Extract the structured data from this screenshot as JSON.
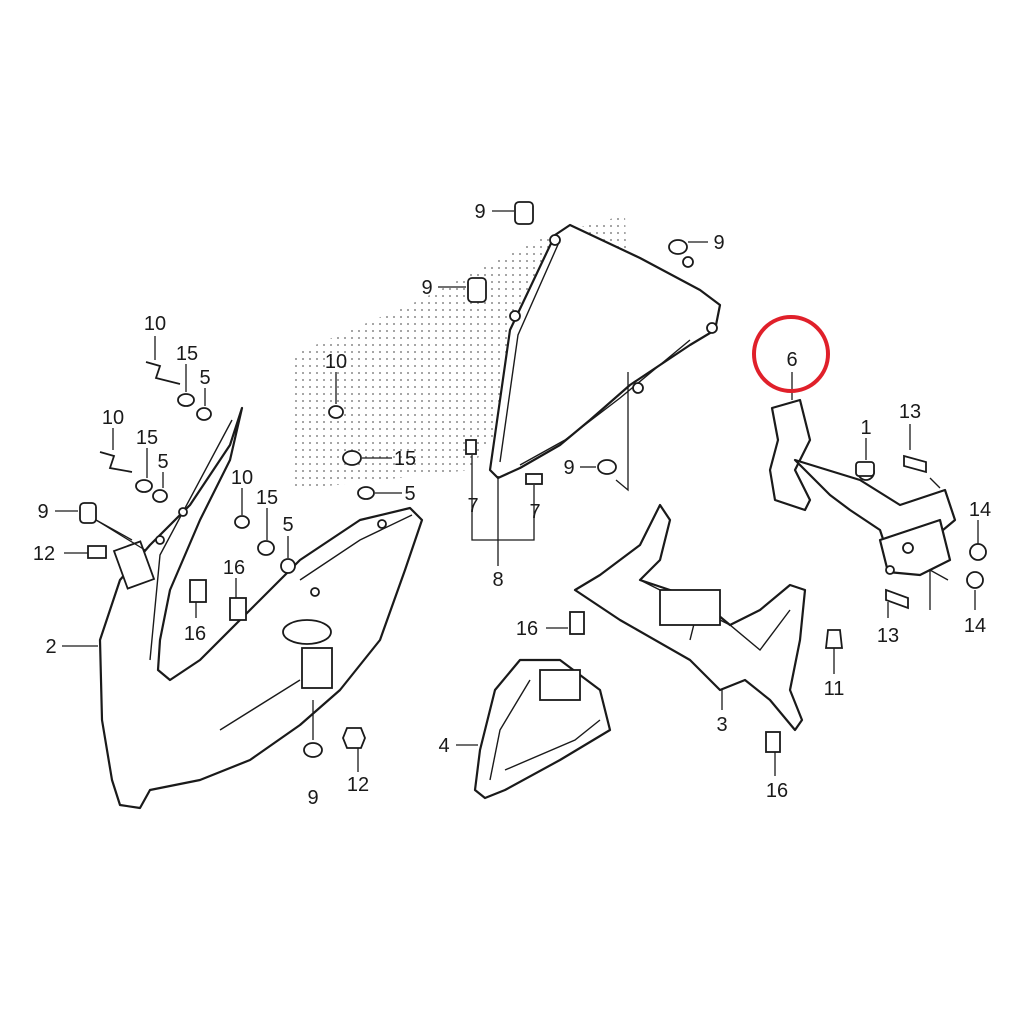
{
  "labels": {
    "l9a": "9",
    "l9b": "9",
    "l9c": "9",
    "l9d": "9",
    "l9e": "9",
    "l9f": "9",
    "l10a": "10",
    "l10b": "10",
    "l10c": "10",
    "l10d": "10",
    "l15a": "15",
    "l15b": "15",
    "l15c": "15",
    "l15d": "15",
    "l5a": "5",
    "l5b": "5",
    "l5c": "5",
    "l5d": "5",
    "l12a": "12",
    "l12b": "12",
    "l2": "2",
    "l3": "3",
    "l4": "4",
    "l6": "6",
    "l8": "8",
    "l7a": "7",
    "l7b": "7",
    "l16a": "16",
    "l16b": "16",
    "l16c": "16",
    "l16d": "16",
    "l1": "1",
    "l11": "11",
    "l13a": "13",
    "l13b": "13",
    "l14a": "14",
    "l14b": "14"
  },
  "highlight": {
    "part": "6",
    "color": "#e0202a"
  },
  "colors": {
    "line": "#1a1a1a",
    "background": "#ffffff"
  }
}
